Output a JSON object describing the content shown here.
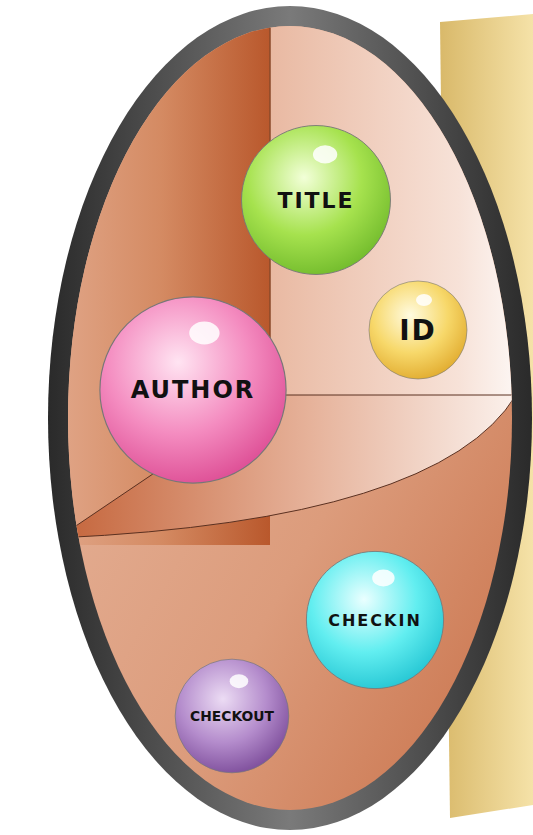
{
  "diagram": {
    "nodes": [
      {
        "text": [
          "TITLE"
        ]
      },
      {
        "text": [
          "ID"
        ]
      },
      {
        "text": [
          "AUTHOR"
        ]
      },
      {
        "text": [
          "CHECKIN"
        ]
      },
      {
        "text": [
          "CHECKOUT"
        ]
      }
    ]
  }
}
